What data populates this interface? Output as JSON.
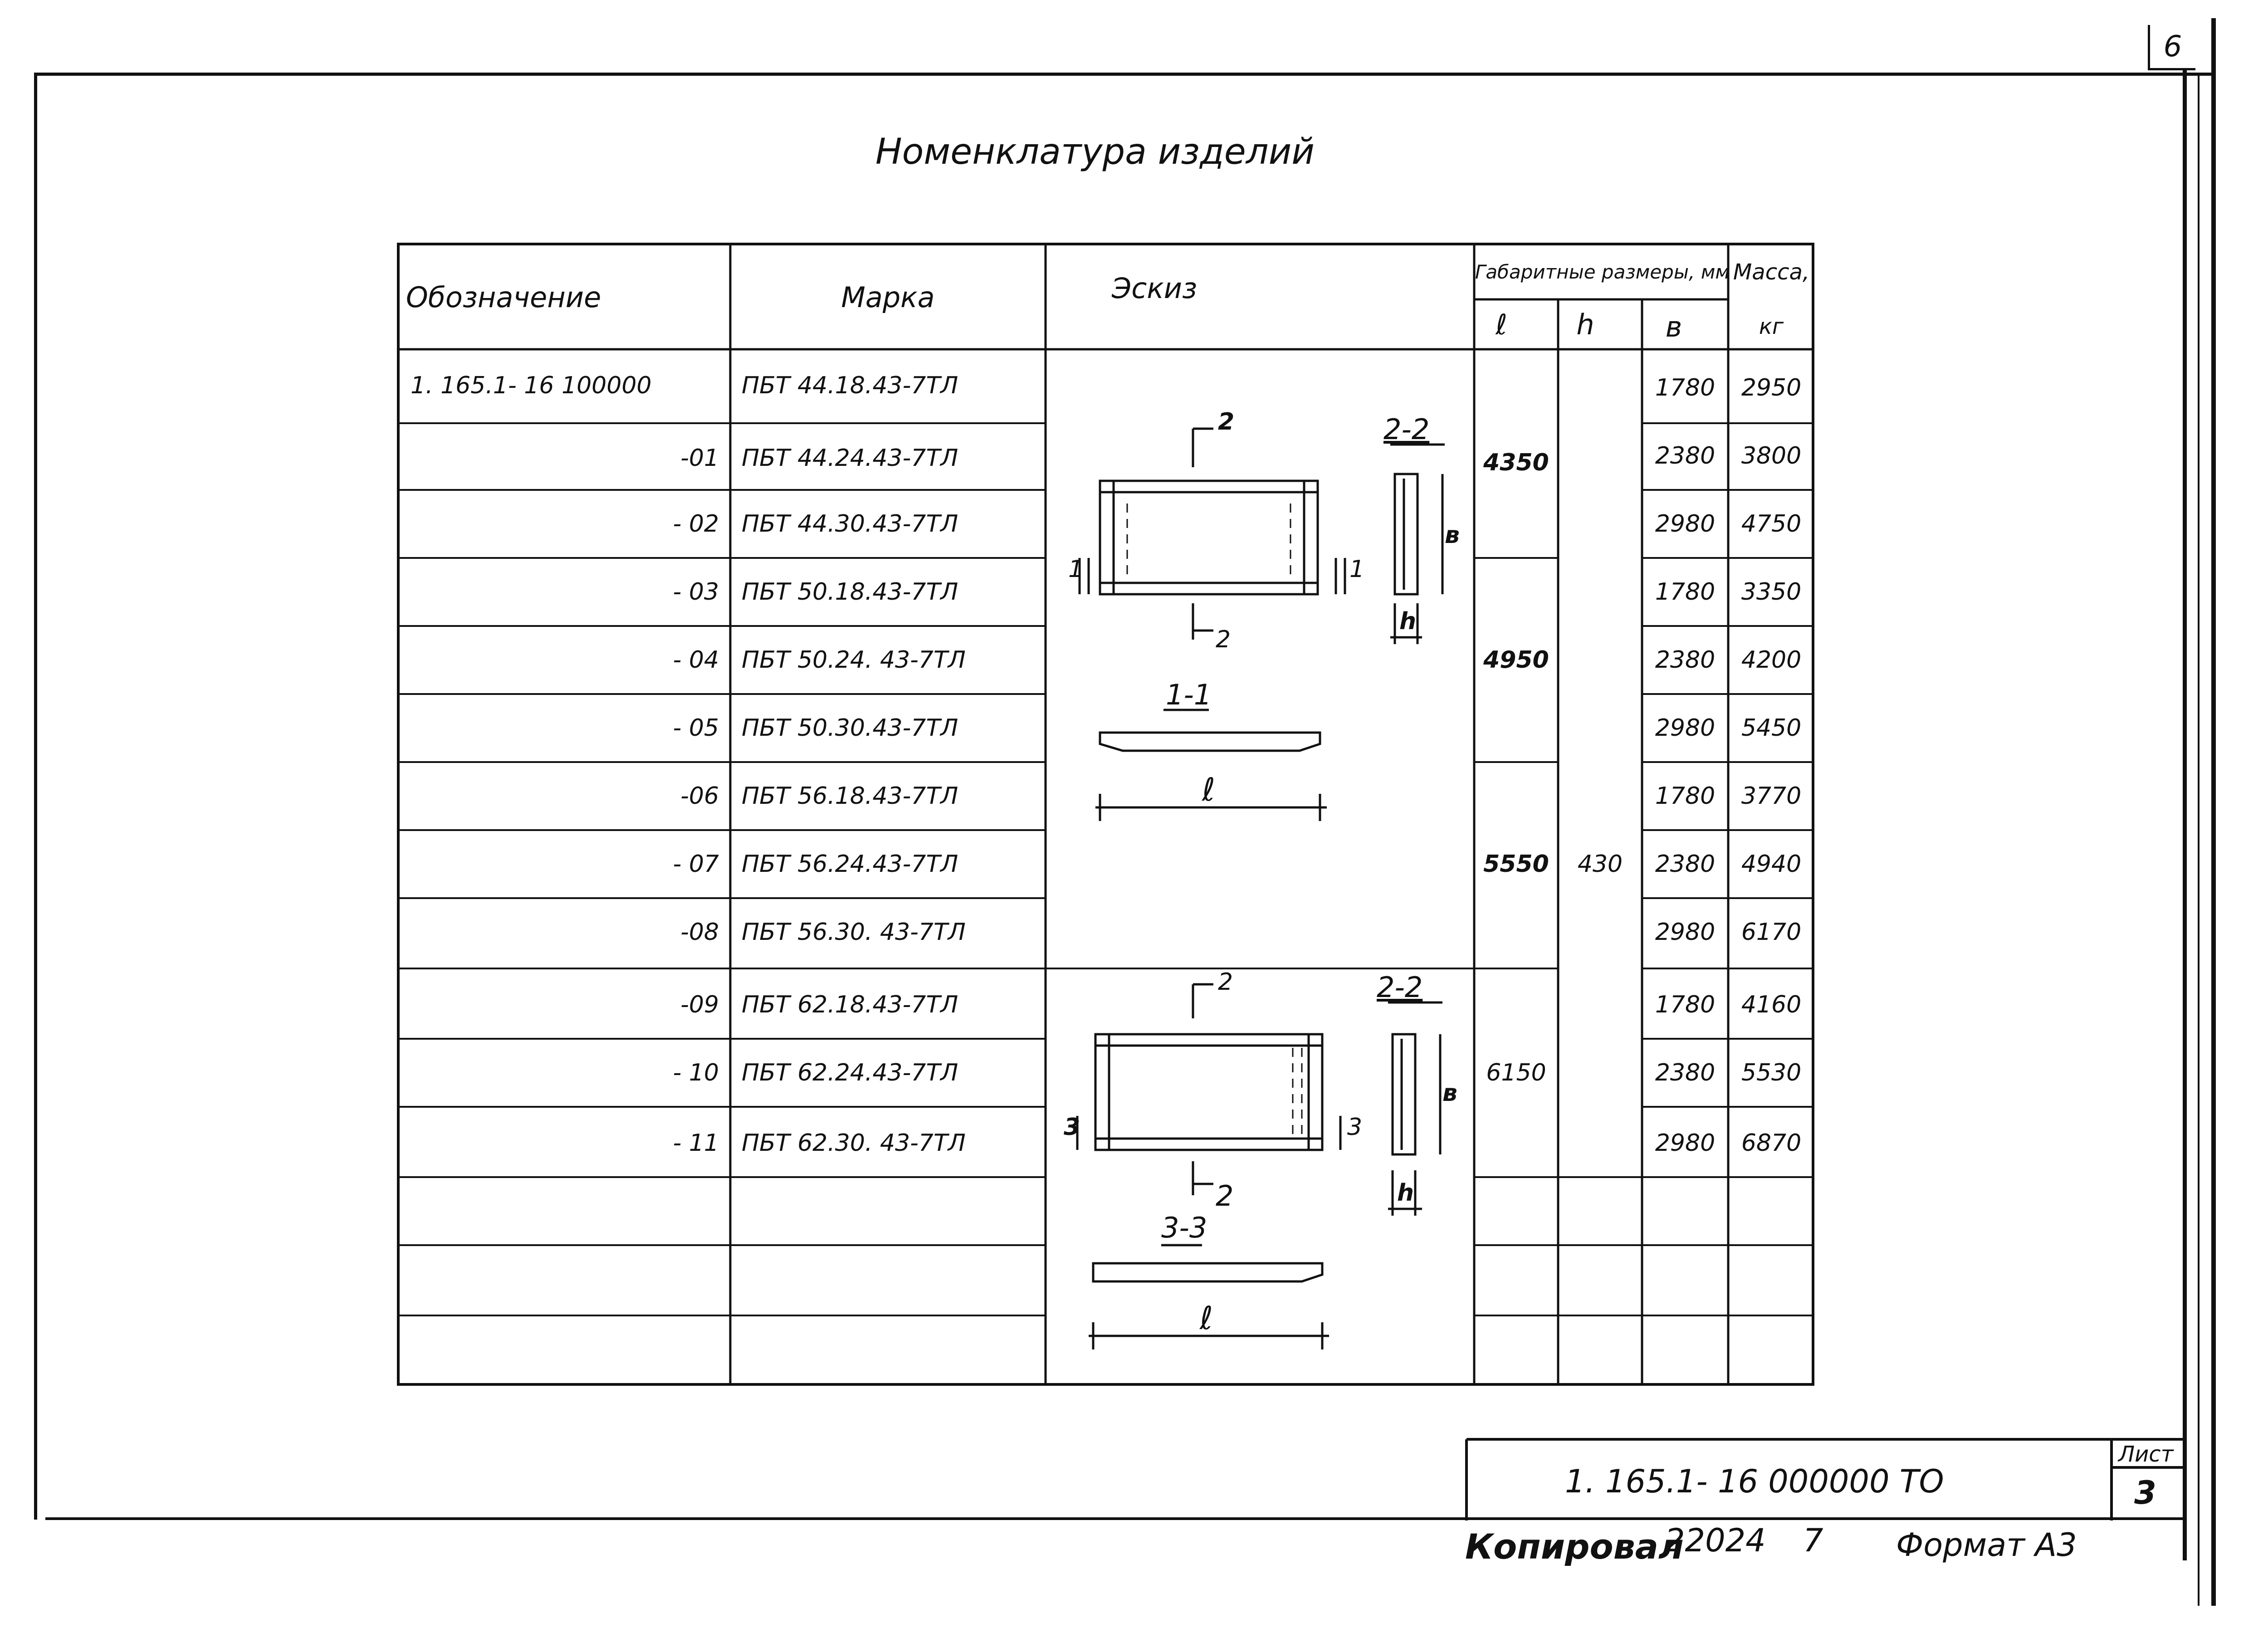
{
  "page_number": "6",
  "title": "Номенклатура изделий",
  "table": {
    "headers": {
      "designation": "Обозначение",
      "mark": "Марка",
      "sketch": "Эскиз",
      "dimensions": "Габаритные размеры, мм",
      "dim_l": "ℓ",
      "dim_h": "h",
      "dim_b": "в",
      "mass": "Масса,",
      "mass_unit": "кг"
    },
    "rows": [
      {
        "designation": "1. 165.1- 16 100000",
        "mark": "ПБТ 44.18.43-7ТЛ",
        "b": "1780",
        "mass": "2950"
      },
      {
        "designation": "-01",
        "mark": "ПБТ 44.24.43-7ТЛ",
        "b": "2380",
        "mass": "3800"
      },
      {
        "designation": "- 02",
        "mark": "ПБТ 44.30.43-7ТЛ",
        "b": "2980",
        "mass": "4750"
      },
      {
        "designation": "- 03",
        "mark": "ПБТ 50.18.43-7ТЛ",
        "b": "1780",
        "mass": "3350"
      },
      {
        "designation": "- 04",
        "mark": "ПБТ 50.24. 43-7ТЛ",
        "b": "2380",
        "mass": "4200"
      },
      {
        "designation": "- 05",
        "mark": "ПБТ 50.30.43-7ТЛ",
        "b": "2980",
        "mass": "5450"
      },
      {
        "designation": "-06",
        "mark": "ПБТ 56.18.43-7ТЛ",
        "b": "1780",
        "mass": "3770"
      },
      {
        "designation": "- 07",
        "mark": "ПБТ 56.24.43-7ТЛ",
        "b": "2380",
        "mass": "4940"
      },
      {
        "designation": "-08",
        "mark": "ПБТ 56.30. 43-7ТЛ",
        "b": "2980",
        "mass": "6170"
      },
      {
        "designation": "-09",
        "mark": "ПБТ 62.18.43-7ТЛ",
        "b": "1780",
        "mass": "4160"
      },
      {
        "designation": "- 10",
        "mark": "ПБТ 62.24.43-7ТЛ",
        "b": "2380",
        "mass": "5530"
      },
      {
        "designation": "- 11",
        "mark": "ПБТ 62.30. 43-7ТЛ",
        "b": "2980",
        "mass": "6870"
      }
    ],
    "l_groups": [
      "4350",
      "4950",
      "5550",
      "6150"
    ],
    "h_value": "430"
  },
  "sketch_labels": {
    "section_2_2_top": "2-2",
    "section_2_2_bottom": "2-2",
    "section_1_1": "1-1",
    "section_3_3": "3-3",
    "mark_2": "2",
    "mark_1": "1",
    "mark_3": "3",
    "dim_l": "ℓ",
    "dim_h": "h",
    "dim_b": "в"
  },
  "title_block": {
    "document_code": "1. 165.1- 16 000000 ТО",
    "sheet_label": "Лист",
    "sheet_number": "3"
  },
  "footer": {
    "copied_label": "Копировал",
    "copy_number": "22024",
    "copy_index": "7",
    "format_label": "Формат А3"
  }
}
